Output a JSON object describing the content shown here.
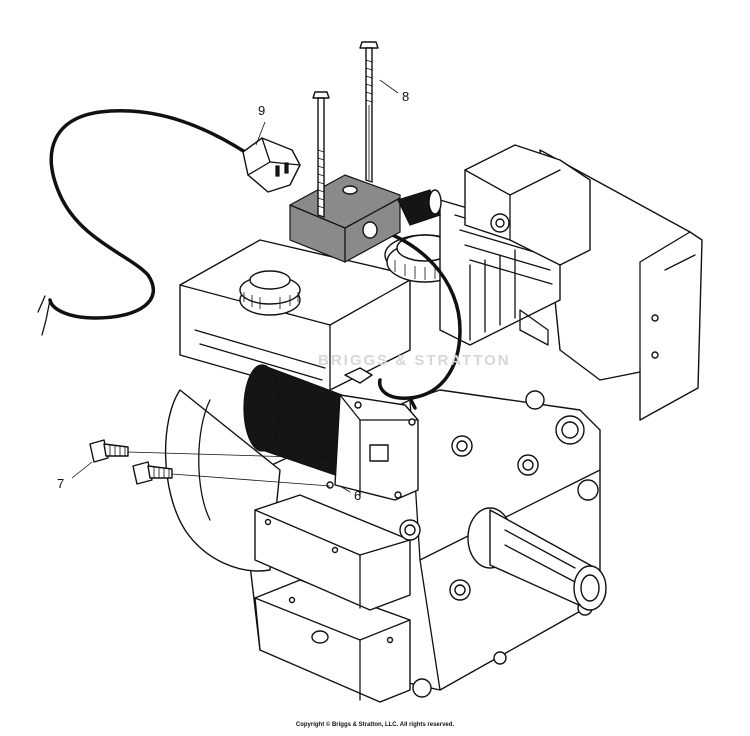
{
  "diagram": {
    "callouts": [
      {
        "id": "9",
        "label": "9"
      },
      {
        "id": "8",
        "label": "8"
      },
      {
        "id": "7",
        "label": "7"
      },
      {
        "id": "6",
        "label": "6"
      }
    ],
    "watermark": "BRIGGS & STRATTON",
    "copyright": "Copyright © Briggs & Stratton, LLC. All rights reserved."
  },
  "colors": {
    "line": "#111111",
    "fill": "#ffffff",
    "motor": "#151515",
    "switch_box": "#8a8a8a"
  },
  "icons": [
    "engine-illustration",
    "power-cord-icon",
    "outlet-plug-icon",
    "switch-box-icon",
    "starter-motor-icon",
    "screw-icon",
    "crankshaft-icon"
  ]
}
